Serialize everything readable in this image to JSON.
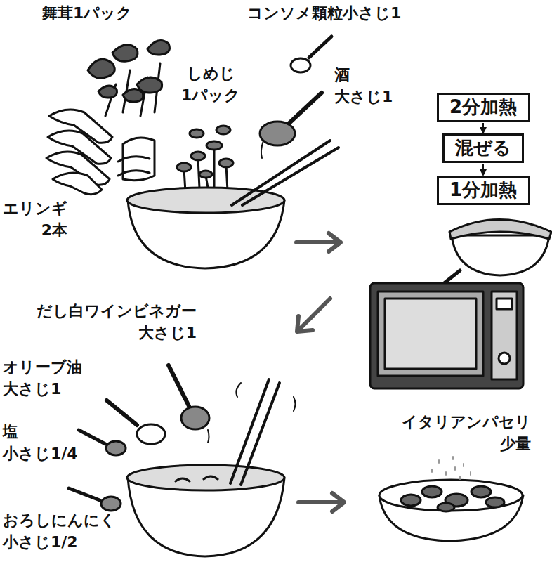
{
  "diagram": {
    "nodes": [
      {
        "text": [
          "2分加熱"
        ]
      },
      {
        "text": [
          "混ぜる"
        ]
      },
      {
        "text": [
          "1分加熱"
        ]
      }
    ],
    "edges": [
      {
        "from": 0,
        "to": 1,
        "arrow": "to"
      },
      {
        "from": 1,
        "to": 2,
        "arrow": "to"
      }
    ],
    "labels": [
      "舞茸1パック",
      "コンソメ顆粒小さじ1",
      "しめじ 1パック",
      "酒 大さじ1",
      "エリンギ 2本",
      "だし白ワインビネガー 大さじ1",
      "オリーブ油 大さじ1",
      "塩 小さじ1/4",
      "おろしにんにく 小さじ1/2",
      "イタリアンパセリ 少量"
    ]
  }
}
